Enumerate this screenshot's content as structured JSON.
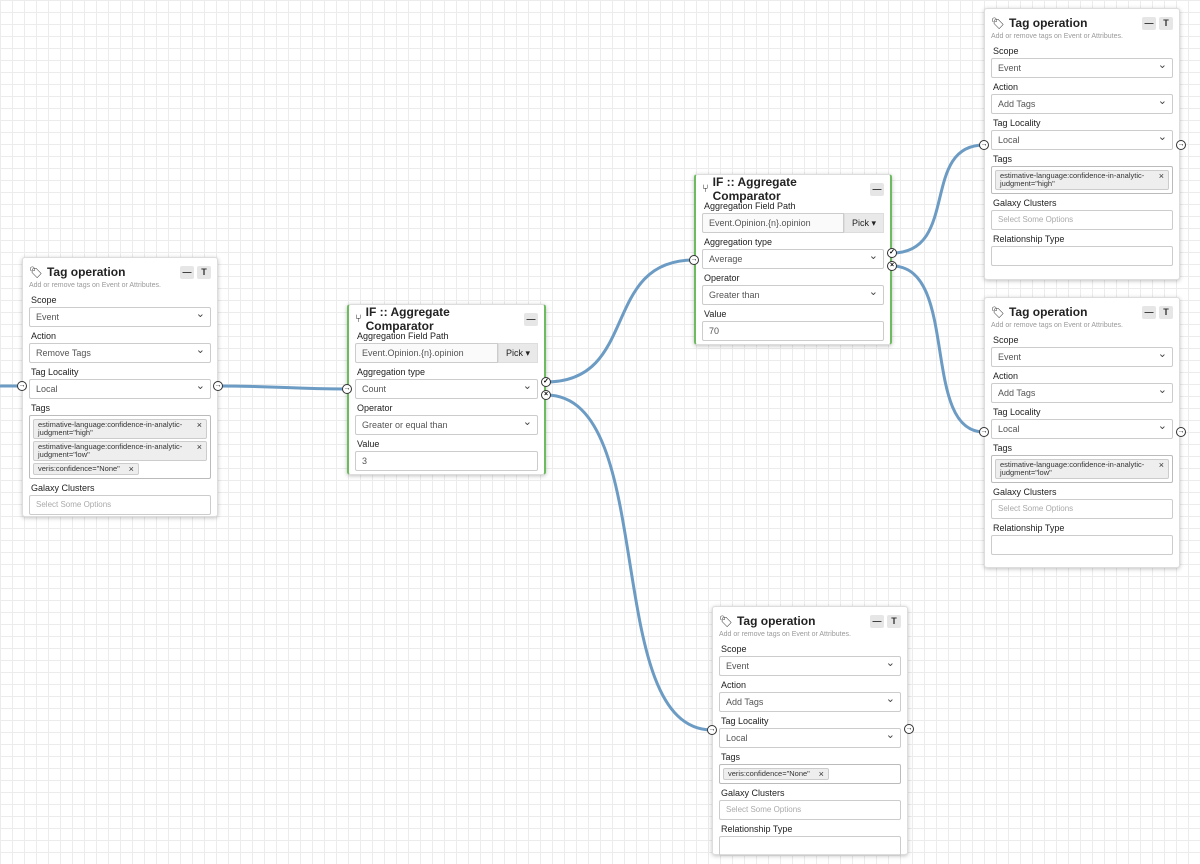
{
  "colors": {
    "wire": "#6c9bc4",
    "if_border": "#6cbb5e"
  },
  "nodes": [
    {
      "id": "n1",
      "kind": "tag",
      "icon": "tags-icon",
      "title": "Tag operation",
      "desc": "Add or remove tags on Event or Attributes.",
      "buttons": [
        "minimize",
        "filter"
      ],
      "fields": [
        {
          "label": "Scope",
          "type": "select",
          "value": "Event"
        },
        {
          "label": "Action",
          "type": "select",
          "value": "Remove Tags"
        },
        {
          "label": "Tag Locality",
          "type": "select",
          "value": "Local"
        },
        {
          "label": "Tags",
          "type": "tags",
          "values": [
            "estimative-language:confidence-in-analytic-judgment=\"high\"",
            "estimative-language:confidence-in-analytic-judgment=\"low\"",
            "veris:confidence=\"None\""
          ]
        },
        {
          "label": "Galaxy Clusters",
          "type": "text",
          "placeholder": "Select Some Options"
        }
      ]
    },
    {
      "id": "n2",
      "kind": "if",
      "icon": "branch-icon",
      "title": "IF :: Aggregate Comparator",
      "buttons": [
        "minimize"
      ],
      "fields": [
        {
          "label": "Aggregation Field Path",
          "type": "pick",
          "value": "Event.Opinion.{n}.opinion",
          "button": "Pick ▾"
        },
        {
          "label": "Aggregation type",
          "type": "select",
          "value": "Count"
        },
        {
          "label": "Operator",
          "type": "select",
          "value": "Greater or equal than"
        },
        {
          "label": "Value",
          "type": "input",
          "value": "3"
        }
      ]
    },
    {
      "id": "n3",
      "kind": "if",
      "icon": "branch-icon",
      "title": "IF :: Aggregate Comparator",
      "buttons": [
        "minimize"
      ],
      "fields": [
        {
          "label": "Aggregation Field Path",
          "type": "pick",
          "value": "Event.Opinion.{n}.opinion",
          "button": "Pick ▾"
        },
        {
          "label": "Aggregation type",
          "type": "select",
          "value": "Average"
        },
        {
          "label": "Operator",
          "type": "select",
          "value": "Greater than"
        },
        {
          "label": "Value",
          "type": "input",
          "value": "70"
        }
      ]
    },
    {
      "id": "n4",
      "kind": "tag",
      "icon": "tags-icon",
      "title": "Tag operation",
      "desc": "Add or remove tags on Event or Attributes.",
      "buttons": [
        "minimize",
        "filter"
      ],
      "fields": [
        {
          "label": "Scope",
          "type": "select",
          "value": "Event"
        },
        {
          "label": "Action",
          "type": "select",
          "value": "Add Tags"
        },
        {
          "label": "Tag Locality",
          "type": "select",
          "value": "Local"
        },
        {
          "label": "Tags",
          "type": "tags",
          "values": [
            "estimative-language:confidence-in-analytic-judgment=\"high\""
          ]
        },
        {
          "label": "Galaxy Clusters",
          "type": "text",
          "placeholder": "Select Some Options"
        },
        {
          "label": "Relationship Type",
          "type": "input",
          "value": ""
        }
      ]
    },
    {
      "id": "n5",
      "kind": "tag",
      "icon": "tags-icon",
      "title": "Tag operation",
      "desc": "Add or remove tags on Event or Attributes.",
      "buttons": [
        "minimize",
        "filter"
      ],
      "fields": [
        {
          "label": "Scope",
          "type": "select",
          "value": "Event"
        },
        {
          "label": "Action",
          "type": "select",
          "value": "Add Tags"
        },
        {
          "label": "Tag Locality",
          "type": "select",
          "value": "Local"
        },
        {
          "label": "Tags",
          "type": "tags",
          "values": [
            "estimative-language:confidence-in-analytic-judgment=\"low\""
          ]
        },
        {
          "label": "Galaxy Clusters",
          "type": "text",
          "placeholder": "Select Some Options"
        },
        {
          "label": "Relationship Type",
          "type": "input",
          "value": ""
        }
      ]
    },
    {
      "id": "n6",
      "kind": "tag",
      "icon": "tags-icon",
      "title": "Tag operation",
      "desc": "Add or remove tags on Event or Attributes.",
      "buttons": [
        "minimize",
        "filter"
      ],
      "fields": [
        {
          "label": "Scope",
          "type": "select",
          "value": "Event"
        },
        {
          "label": "Action",
          "type": "select",
          "value": "Add Tags"
        },
        {
          "label": "Tag Locality",
          "type": "select",
          "value": "Local"
        },
        {
          "label": "Tags",
          "type": "tags",
          "values": [
            "veris:confidence=\"None\""
          ]
        },
        {
          "label": "Galaxy Clusters",
          "type": "text",
          "placeholder": "Select Some Options"
        },
        {
          "label": "Relationship Type",
          "type": "input",
          "value": ""
        }
      ]
    }
  ]
}
